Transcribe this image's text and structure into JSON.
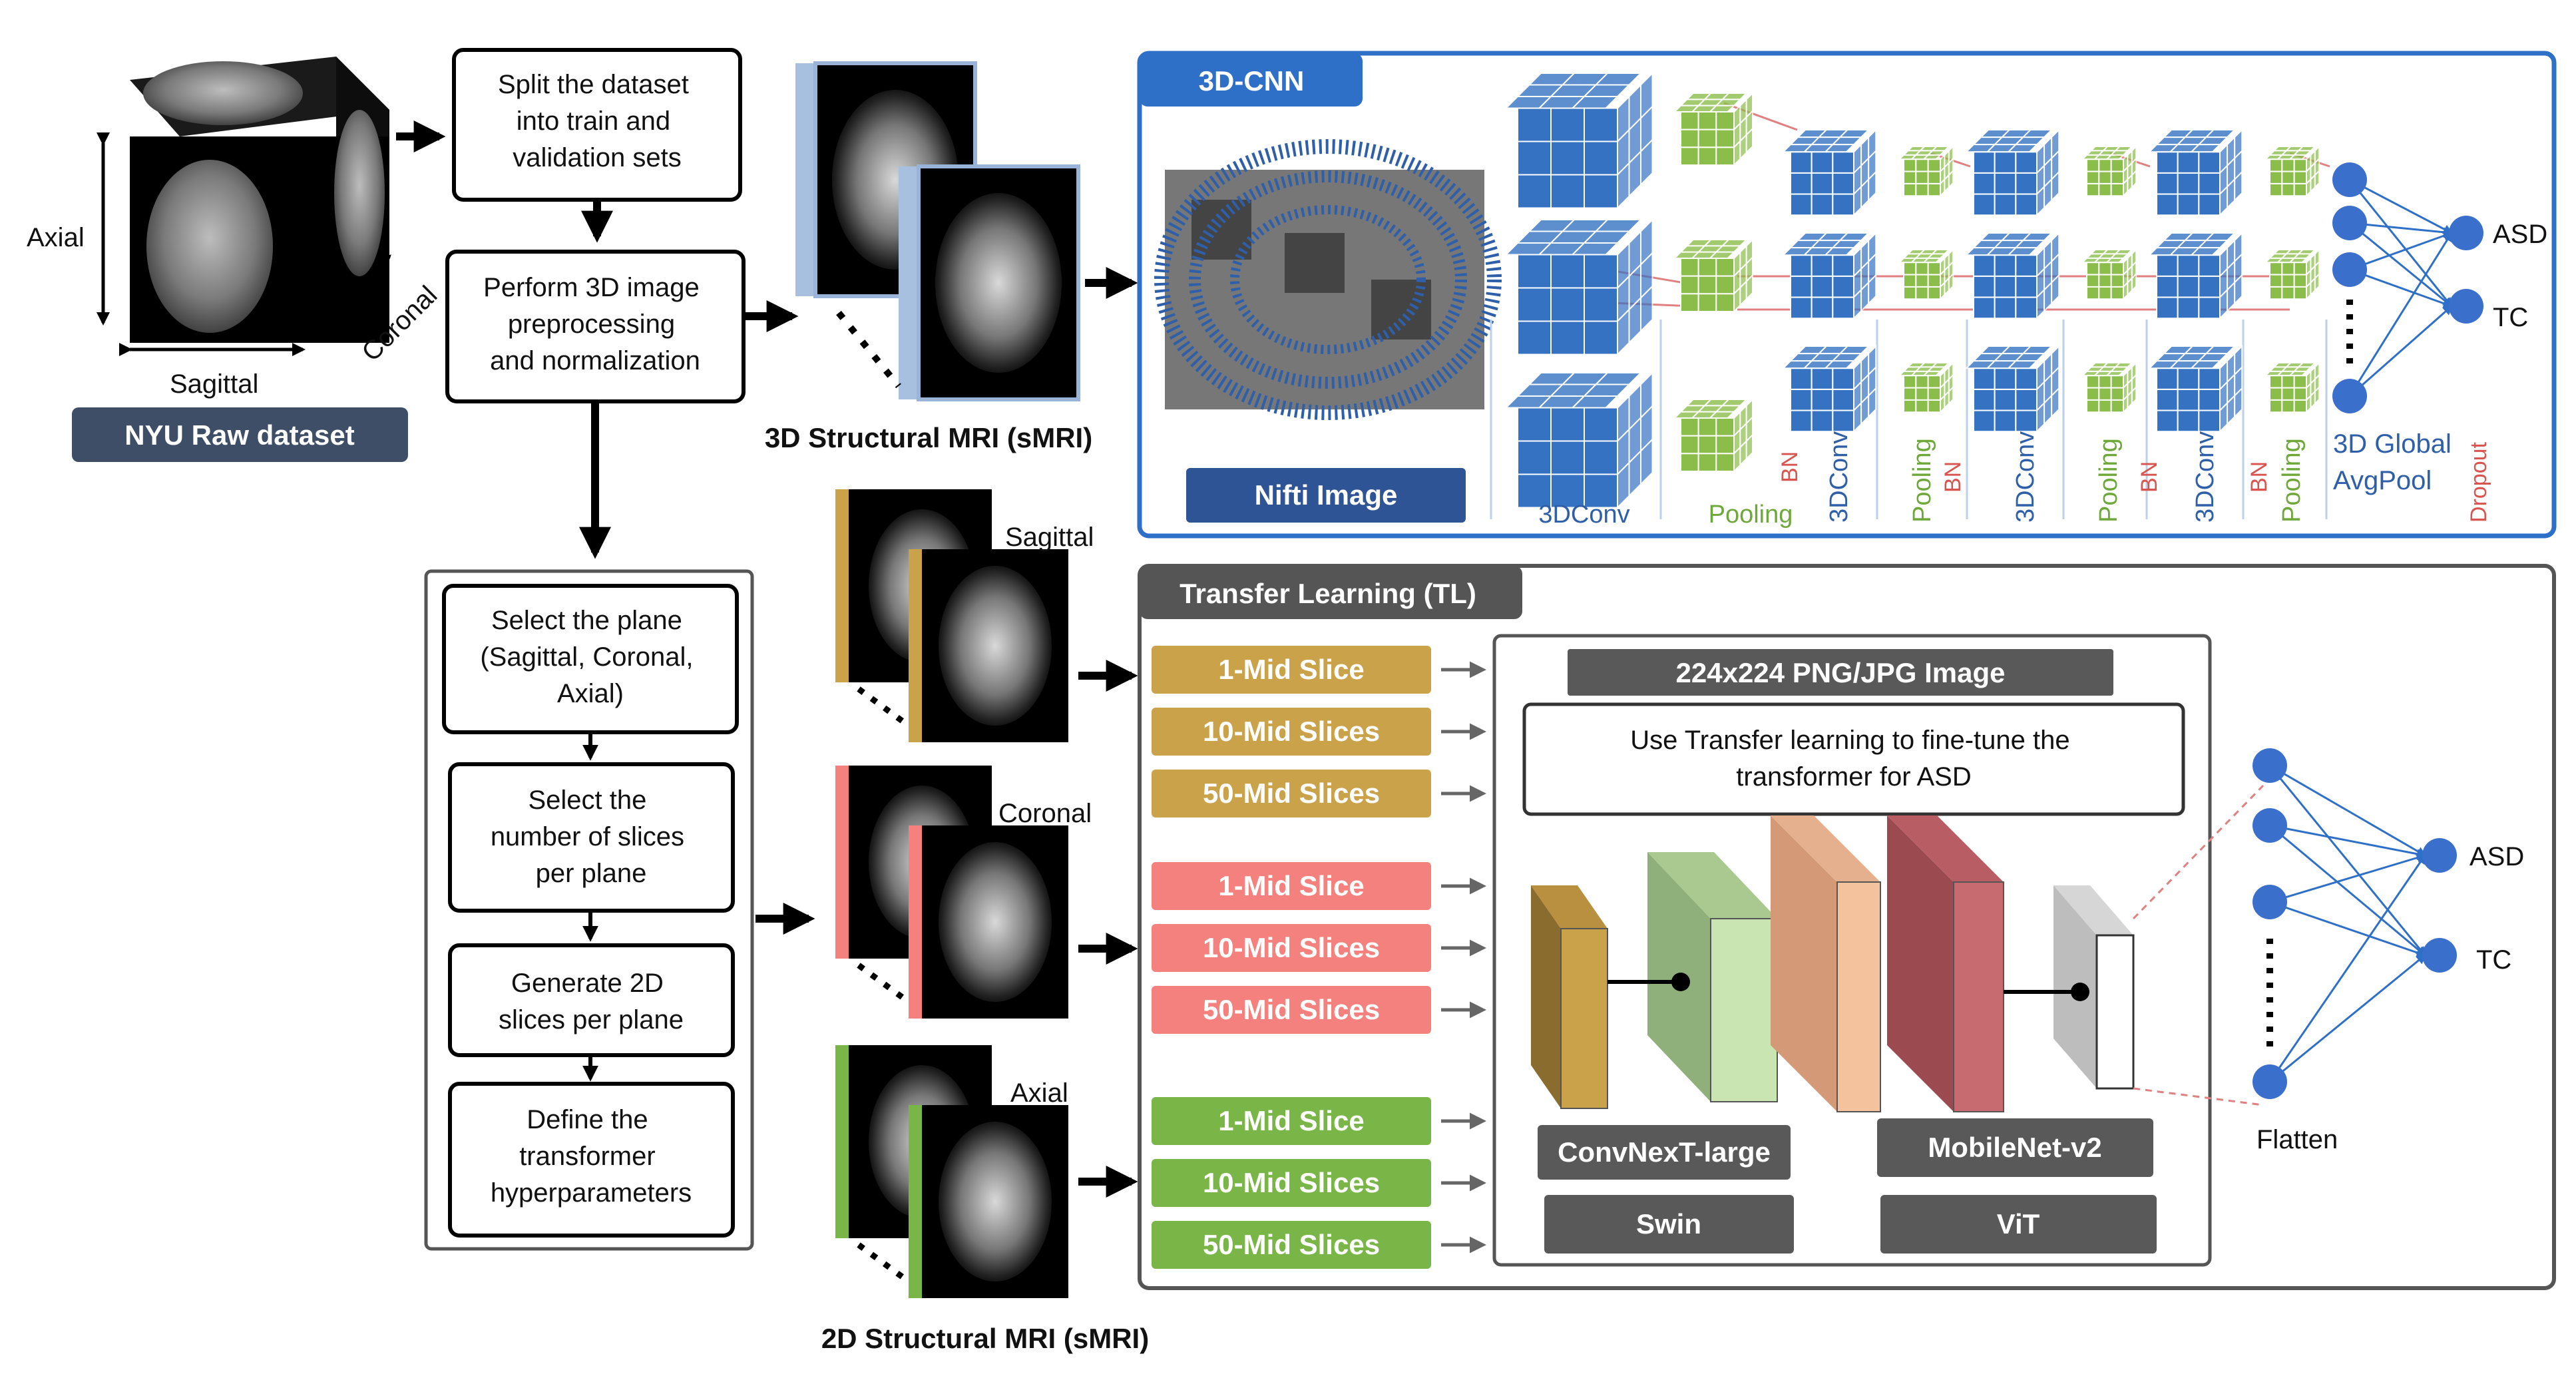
{
  "dataset": {
    "label": "NYU Raw dataset",
    "axes": {
      "axial": "Axial",
      "sagittal": "Sagittal",
      "coronal": "Coronal"
    }
  },
  "pipeline_top": {
    "steps": [
      [
        "Split the dataset",
        "into train and",
        "validation sets"
      ],
      [
        "Perform 3D image",
        "preprocessing",
        "and normalization"
      ]
    ]
  },
  "pipeline_bottom": {
    "steps": [
      [
        "Select the plane",
        "(Sagittal, Coronal,",
        "Axial)"
      ],
      [
        "Select the",
        "number of slices",
        "per plane"
      ],
      [
        "Generate 2D",
        "slices per plane"
      ],
      [
        "Define the",
        "transformer",
        "hyperparameters"
      ]
    ]
  },
  "smri3d": {
    "label": "3D Structural MRI (sMRI)"
  },
  "smri2d": {
    "label": "2D Structural MRI (sMRI)",
    "planes": [
      "Sagittal",
      "Coronal",
      "Axial"
    ]
  },
  "cnn": {
    "title": "3D-CNN",
    "input_label": "Nifti Image",
    "layer_labels": {
      "conv": "3DConv",
      "pool": "Pooling",
      "bn": "BN",
      "gap_line1": "3D Global",
      "gap_line2": "AvgPool",
      "dropout": "Dropout"
    },
    "outputs": [
      "ASD",
      "TC"
    ]
  },
  "tl": {
    "title": "Transfer Learning (TL)",
    "slice_groups": [
      {
        "plane": "Sagittal",
        "color": "#c9a24a",
        "items": [
          "1-Mid Slice",
          "10-Mid  Slices",
          "50-Mid Slices"
        ]
      },
      {
        "plane": "Coronal",
        "color": "#f4817e",
        "items": [
          "1-Mid Slice",
          "10-Mid  Slices",
          "50-Mid Slices"
        ]
      },
      {
        "plane": "Axial",
        "color": "#79b547",
        "items": [
          "1-Mid Slice",
          "10-Mid  Slices",
          "50-Mid Slices"
        ]
      }
    ],
    "image_label": "224x224 PNG/JPG Image",
    "description": [
      "Use Transfer learning to fine-tune the",
      "transformer for ASD"
    ],
    "models": [
      "ConvNexT-large",
      "MobileNet-v2",
      "Swin",
      "ViT"
    ],
    "flatten_label": "Flatten",
    "outputs": [
      "ASD",
      "TC"
    ]
  },
  "colors": {
    "accent_blue": "#2e6fc7",
    "dark_label": "#3e4e66",
    "grey_label": "#555555",
    "cube_blue": "#3572c2",
    "cube_green": "#8bbd4a",
    "node_blue": "#3b6fcc"
  }
}
